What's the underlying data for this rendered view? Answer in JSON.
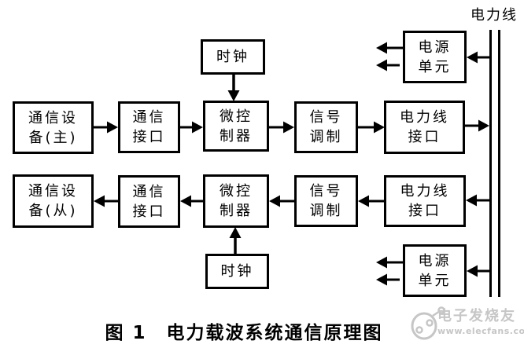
{
  "diagram": {
    "powerline_label": "电力线",
    "boxes": {
      "clock_top": "时钟",
      "comm_device_master": "通信设\n备(主)",
      "comm_interface_top": "通信\n接口",
      "mcu_top": "微控\n制器",
      "signal_mod_top": "信号\n调制",
      "powerline_interface_top": "电力线\n接口",
      "power_unit_top": "电源\n单元",
      "comm_device_slave": "通信设\n备(从)",
      "comm_interface_bottom": "通信\n接口",
      "mcu_bottom": "微控\n制器",
      "signal_mod_bottom": "信号\n调制",
      "powerline_interface_bottom": "电力线\n接口",
      "power_unit_bottom": "电源\n单元",
      "clock_bottom": "时钟"
    },
    "colors": {
      "line": "#000000",
      "background": "#ffffff",
      "watermark": "#c6c6c6"
    }
  },
  "caption": "图 1　电力载波系统通信原理图",
  "watermark": {
    "site_name": "电子发烧友",
    "site_url": "www.elecfans.com"
  }
}
